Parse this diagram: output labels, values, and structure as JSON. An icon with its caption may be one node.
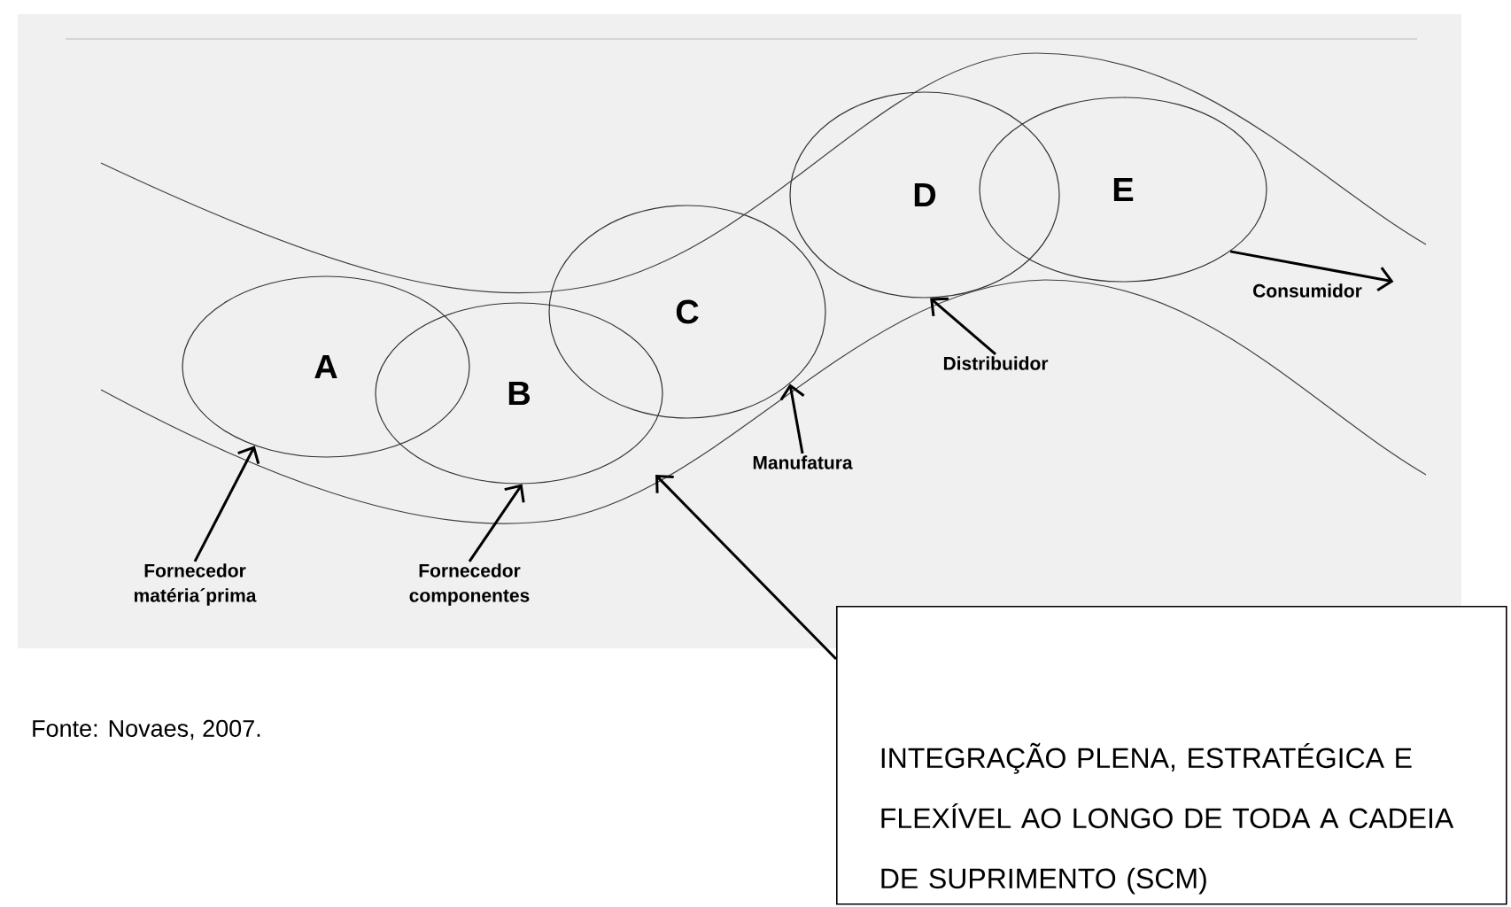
{
  "diagram": {
    "nodes": [
      {
        "text": [
          "A"
        ]
      },
      {
        "text": [
          "B"
        ]
      },
      {
        "text": [
          "C"
        ]
      },
      {
        "text": [
          "D"
        ]
      },
      {
        "text": [
          "E"
        ]
      },
      {
        "text": [
          "Fornecedor matéria´prima"
        ]
      },
      {
        "text": [
          "Fornecedor componentes"
        ]
      },
      {
        "text": [
          "Manufatura"
        ]
      },
      {
        "text": [
          "Distribuidor"
        ]
      },
      {
        "text": [
          "Consumidor"
        ]
      },
      {
        "text": [
          "INTEGRAÇÃO PLENA, ESTRATÉGICA E FLEXÍVEL AO LONGO DE TODA A CADEIA DE SUPRIMENTO (SCM)"
        ]
      }
    ],
    "edges": [
      {
        "from": 5,
        "to": 0,
        "arrow": "to"
      },
      {
        "from": 6,
        "to": 1,
        "arrow": "to"
      },
      {
        "from": 7,
        "to": 2,
        "arrow": "to"
      },
      {
        "from": 8,
        "to": 3,
        "arrow": "to"
      },
      {
        "from": 4,
        "to": 9,
        "arrow": "to"
      },
      {
        "from": 10,
        "to": null,
        "arrow": "to"
      }
    ],
    "labels": [
      "Fonte: Novaes, 2007."
    ]
  }
}
